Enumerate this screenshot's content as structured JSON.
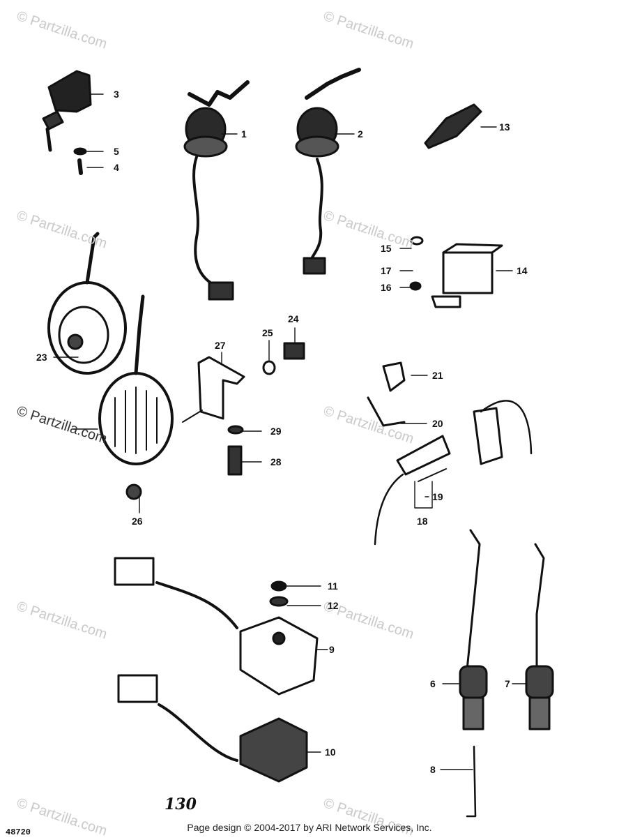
{
  "watermark": "© Partzilla.com",
  "part_labels": [
    "1",
    "2",
    "3",
    "4",
    "5",
    "6",
    "7",
    "8",
    "9",
    "10",
    "11",
    "12",
    "13",
    "14",
    "15",
    "16",
    "17",
    "18",
    "19",
    "20",
    "21",
    "23",
    "24",
    "25",
    "26",
    "27",
    "28",
    "29"
  ],
  "figure_number": "130",
  "corner_code": "48720",
  "footer": "Page design © 2004-2017 by ARI Network Services, Inc."
}
